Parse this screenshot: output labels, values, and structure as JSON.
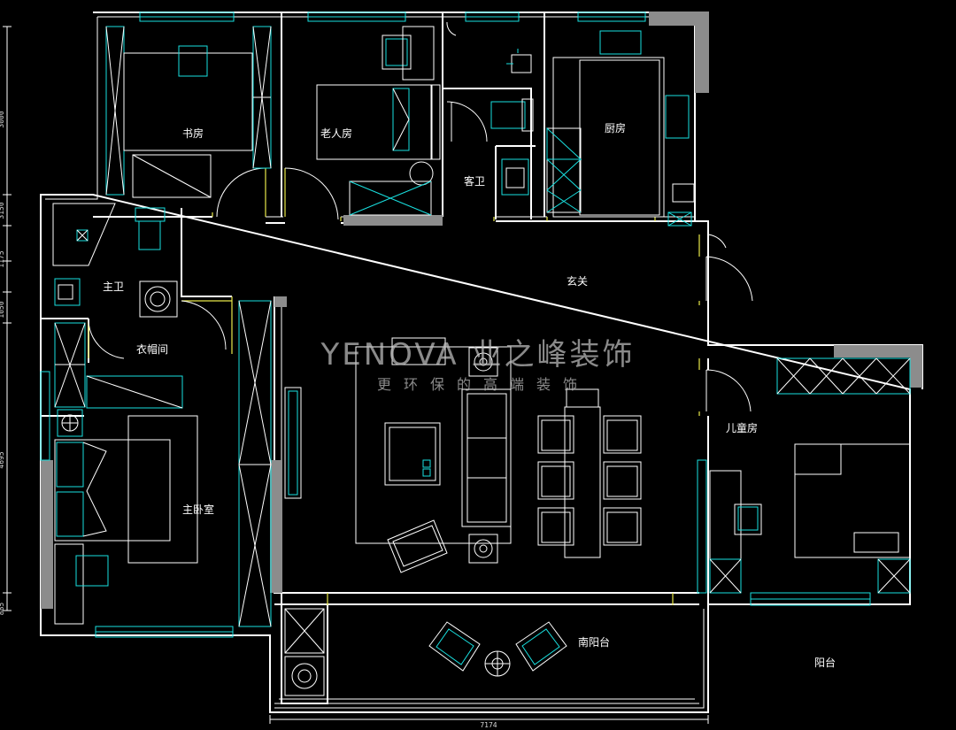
{
  "rooms": {
    "study": "书房",
    "elder_room": "老人房",
    "kitchen": "厨房",
    "guest_bath": "客卫",
    "master_bath": "主卫",
    "foyer": "玄关",
    "walk_in_closet": "衣帽间",
    "kids_room": "儿童房",
    "master_bedroom": "主卧室",
    "south_balcony": "南阳台",
    "balcony": "阳台"
  },
  "dimensions": {
    "left_1": "3000",
    "left_2": "3150",
    "left_3": "1175",
    "left_4": "1050",
    "left_5": "4695",
    "left_6": "885",
    "bottom": "7174"
  },
  "watermark": {
    "brand": "YENOVA 业之峰装饰",
    "slogan": "更环保的高端装饰"
  },
  "colors": {
    "wall": "#ffffff",
    "furniture": "#19e0e0",
    "door": "#e8e84a",
    "shear_wall": "#8c8c8c",
    "background": "#000000"
  }
}
